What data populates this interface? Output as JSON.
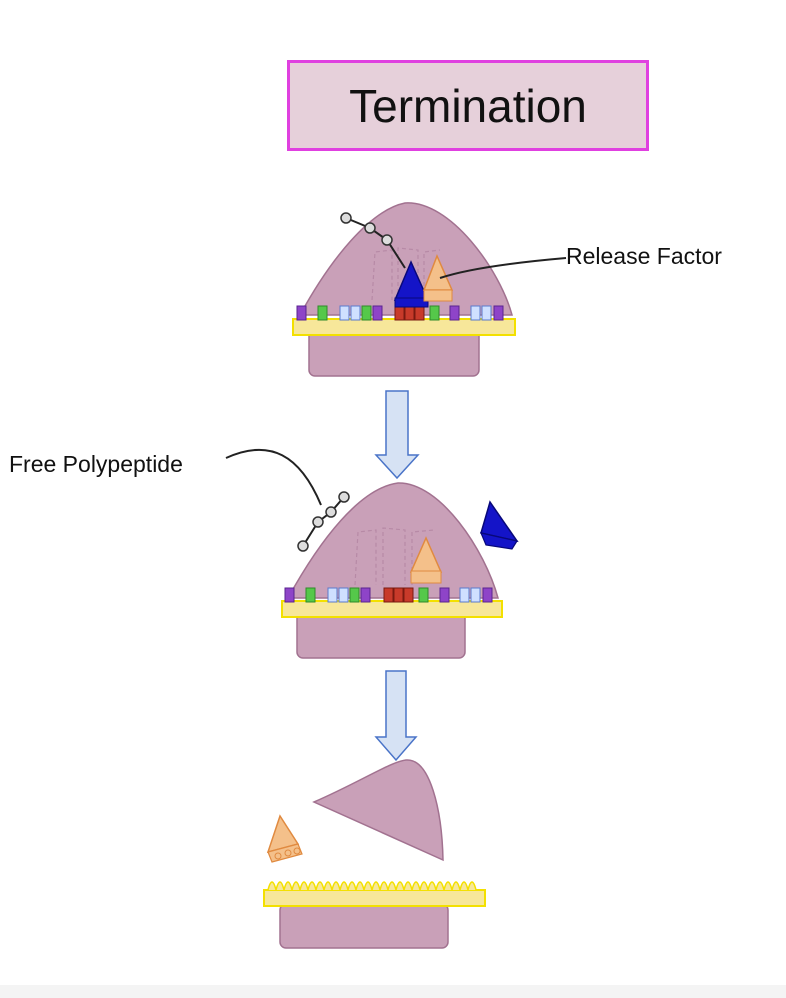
{
  "title": "Termination",
  "labels": {
    "release_factor": "Release Factor",
    "free_polypeptide": "Free Polypeptide"
  },
  "colors": {
    "ribosome": "#c9a0b8",
    "ribosome_edge": "#a27290",
    "mrna": "#f7e79a",
    "mrna_edge": "#f3e000",
    "title_border": "#e040e0",
    "title_fill": "#e6d0da",
    "release_factor": "#1414c8",
    "trna": "#f4c08a",
    "arrow_fill": "#d6e2f4",
    "arrow_edge": "#4a74c8"
  },
  "icons": [
    "ribosome-large-subunit",
    "ribosome-small-subunit",
    "mrna-strand",
    "release-factor-icon",
    "trna-icon",
    "polypeptide-chain",
    "down-arrow"
  ]
}
